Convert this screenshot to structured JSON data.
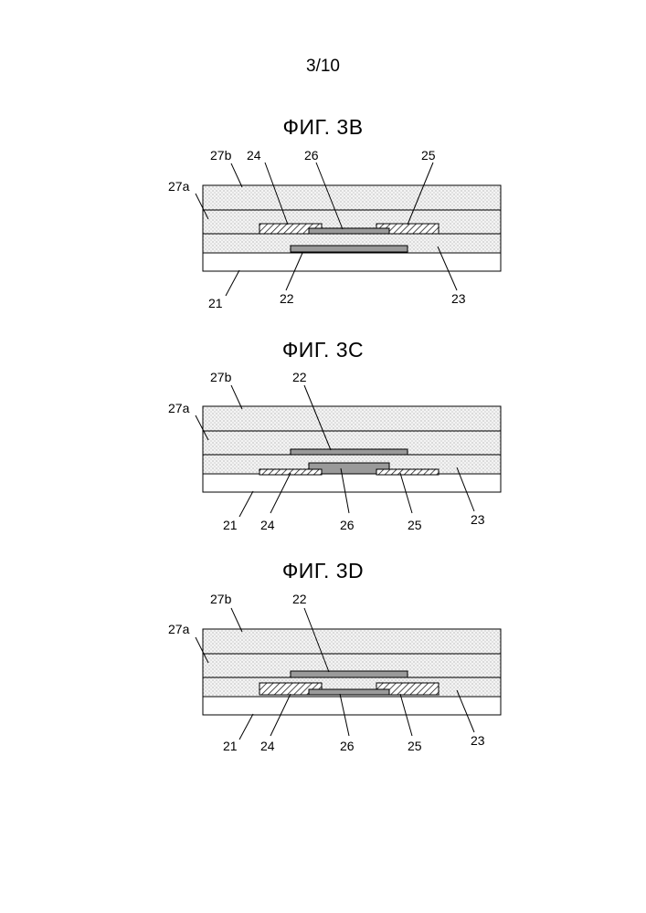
{
  "page_number": "3/10",
  "figures": [
    {
      "id": "3B",
      "title": "ФИГ. 3В",
      "labels": {
        "l27b": "27b",
        "l27a": "27a",
        "l24": "24",
        "l26": "26",
        "l25": "25",
        "l21": "21",
        "l22": "22",
        "l23": "23"
      }
    },
    {
      "id": "3C",
      "title": "ФИГ. 3С",
      "labels": {
        "l27b": "27b",
        "l27a": "27a",
        "l22": "22",
        "l21": "21",
        "l24": "24",
        "l26": "26",
        "l25": "25",
        "l23": "23"
      }
    },
    {
      "id": "3D",
      "title": "ФИГ. 3D",
      "labels": {
        "l27b": "27b",
        "l27a": "27a",
        "l22": "22",
        "l21": "21",
        "l24": "24",
        "l26": "26",
        "l25": "25",
        "l23": "23"
      }
    }
  ],
  "layer_colors": {
    "substrate_21": "#ffffff",
    "dotted_layers": "#eeeeee",
    "film_fill": "#9a9a9a",
    "electrode_hatch": "#333333"
  }
}
